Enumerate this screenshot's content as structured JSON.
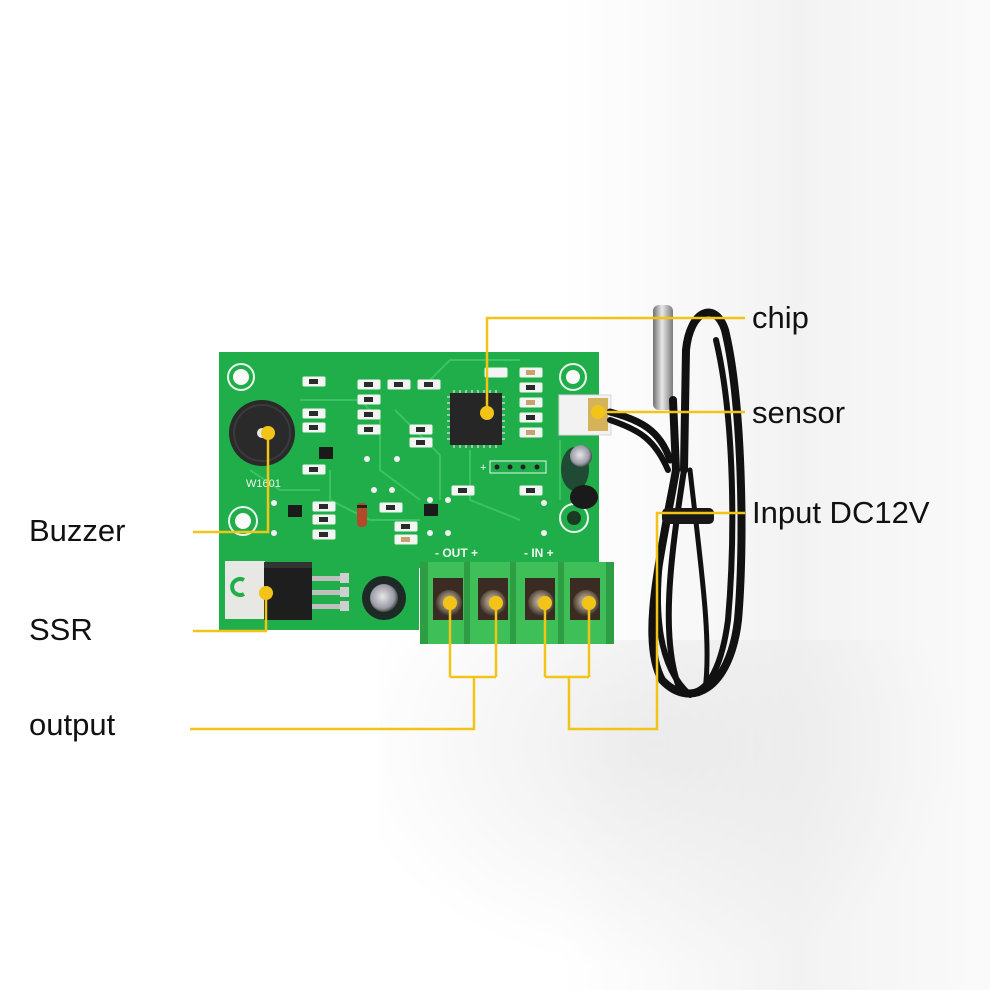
{
  "figure": {
    "subject": "W1601 thermostat temperature controller board",
    "board_marking": "W1601",
    "terminal_labels": {
      "out": "- OUT +",
      "in": "- IN +"
    }
  },
  "callouts": {
    "chip": {
      "label": "chip"
    },
    "sensor": {
      "label": "sensor"
    },
    "input": {
      "label": "Input DC12V"
    },
    "buzzer": {
      "label": "Buzzer"
    },
    "ssr": {
      "label": "SSR"
    },
    "output": {
      "label": "output"
    }
  },
  "colors": {
    "callout_line": "#f2c418",
    "pcb_green": "#1fae4a",
    "terminal_green": "#3fbf57",
    "text": "#111111"
  }
}
